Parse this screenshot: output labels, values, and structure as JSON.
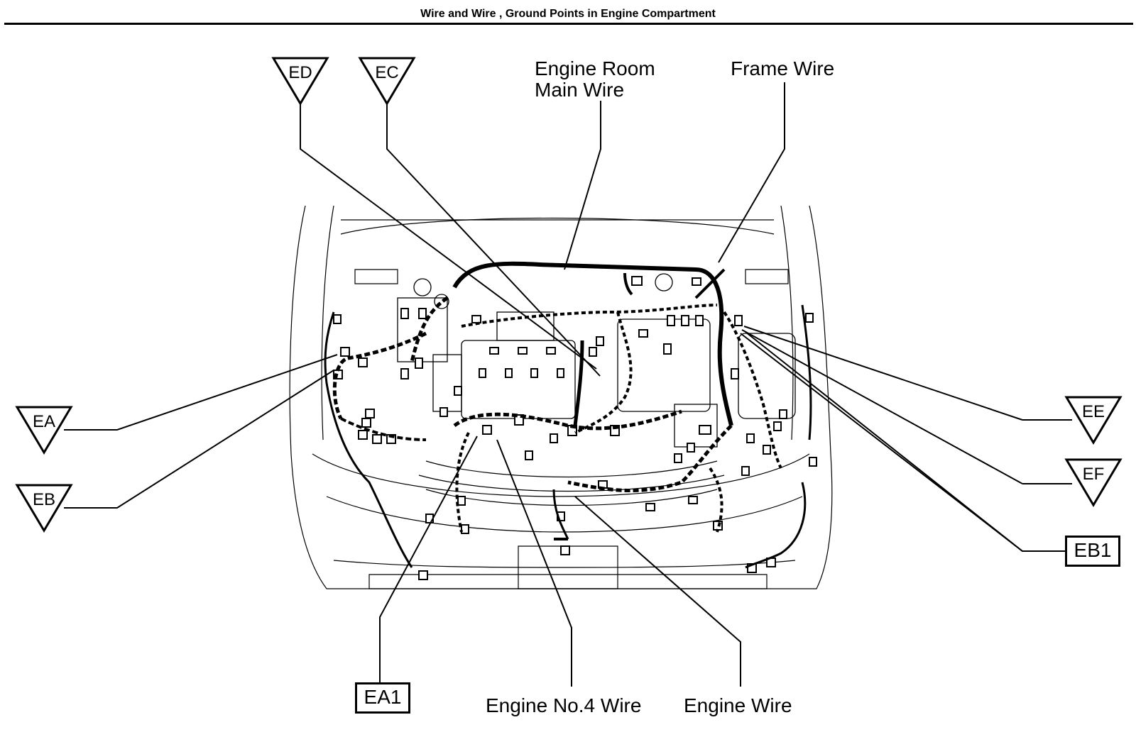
{
  "header": {
    "title": "Wire and Wire , Ground Points in Engine Compartment"
  },
  "ground_points": {
    "ed": "ED",
    "ec": "EC",
    "ea": "EA",
    "eb": "EB",
    "ee": "EE",
    "ef": "EF"
  },
  "connectors": {
    "ea1": "EA1",
    "eb1": "EB1"
  },
  "wires": {
    "engine_room_main_line1": "Engine Room",
    "engine_room_main_line2": "Main Wire",
    "frame": "Frame Wire",
    "engine_no4": "Engine No.4 Wire",
    "engine": "Engine Wire"
  }
}
